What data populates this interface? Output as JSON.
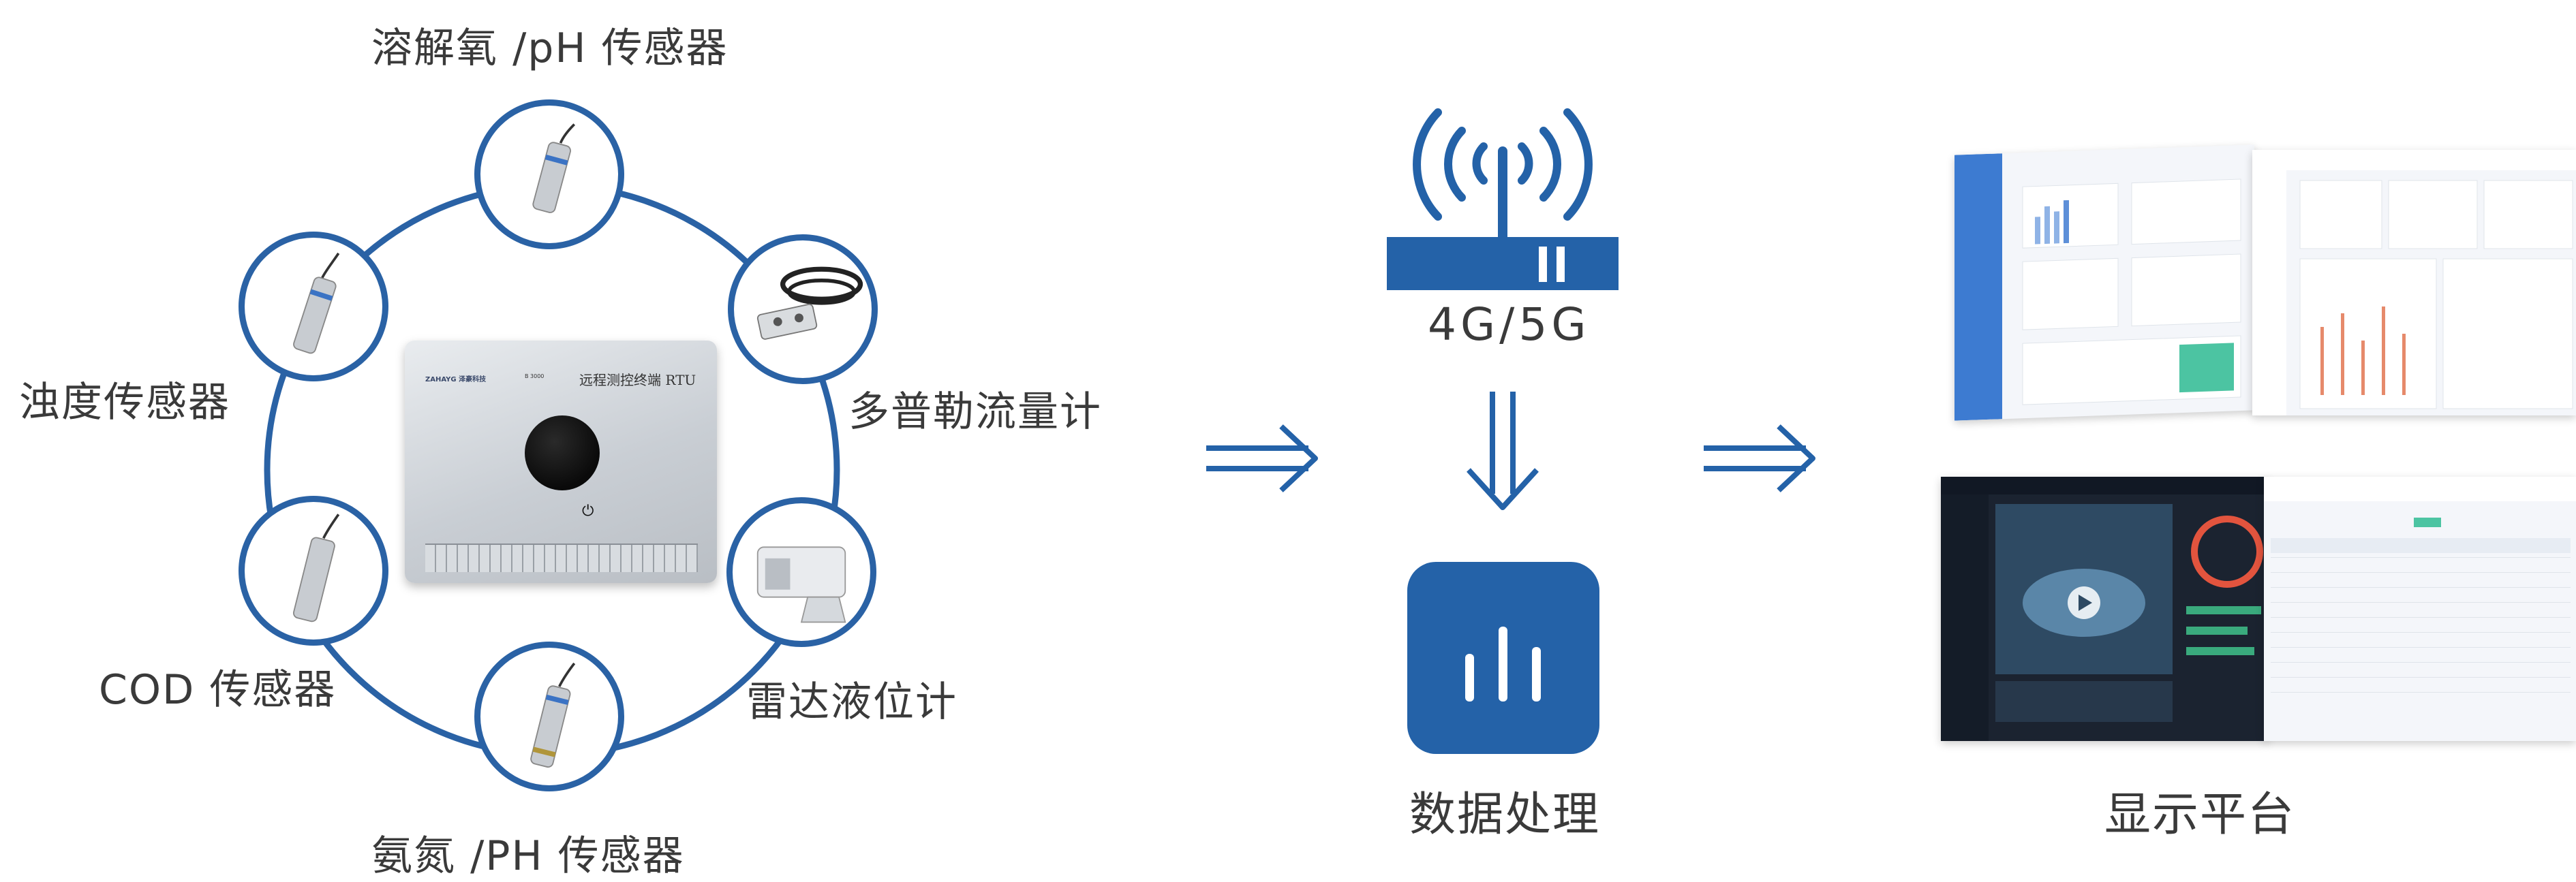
{
  "sensors": {
    "top": {
      "label": "溶解氧 /pH 传感器"
    },
    "left": {
      "label": "浊度传感器"
    },
    "right": {
      "label": "多普勒流量计"
    },
    "bottom_left": {
      "label": "COD 传感器"
    },
    "bottom_right": {
      "label": "雷达液位计"
    },
    "bottom": {
      "label": "氨氮 /PH 传感器"
    }
  },
  "rtu": {
    "brand": "ZAHAYG 泽豪科技",
    "model": "B 3000",
    "title": "远程测控终端 RTU",
    "power_symbol": "⏻"
  },
  "network": {
    "label": "4G/5G"
  },
  "processing": {
    "label": "数据处理"
  },
  "platform": {
    "label": "显示平台"
  },
  "colors": {
    "primary_blue": "#2462a8",
    "ring_blue": "#2a62a5",
    "text_gray": "#3a3a3a"
  },
  "icons": {
    "wireless": "wifi-signal-icon",
    "arrow_right": "double-arrow-right-icon",
    "arrow_down": "double-arrow-down-icon",
    "chart": "bar-chart-icon"
  }
}
